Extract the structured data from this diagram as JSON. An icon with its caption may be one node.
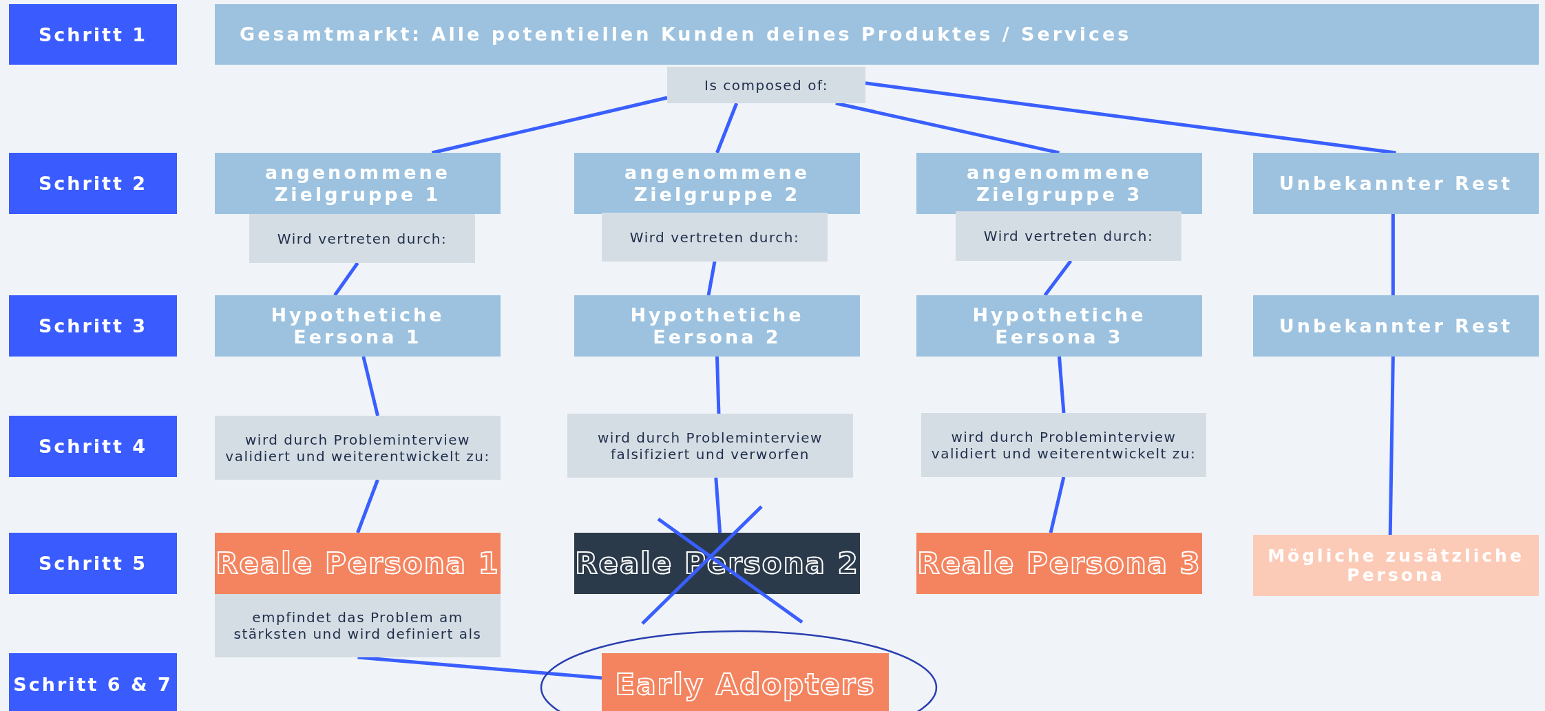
{
  "diagram": {
    "nodes": [
      {
        "text": [
          "Schritt 1"
        ]
      },
      {
        "text": [
          "Gesamtmarkt: Alle potentiellen Kunden deines Produktes / Services"
        ]
      },
      {
        "text": [
          "Is composed of:"
        ]
      },
      {
        "text": [
          "Schritt 2"
        ]
      },
      {
        "text": [
          "angenommene Zielgruppe 1"
        ]
      },
      {
        "text": [
          "angenommene Zielgruppe 2"
        ]
      },
      {
        "text": [
          "angenommene Zielgruppe 3"
        ]
      },
      {
        "text": [
          "Unbekannter Rest"
        ]
      },
      {
        "text": [
          "Wird vertreten durch:"
        ]
      },
      {
        "text": [
          "Wird vertreten durch:"
        ]
      },
      {
        "text": [
          "Wird vertreten durch:"
        ]
      },
      {
        "text": [
          "Schritt 3"
        ]
      },
      {
        "text": [
          "Hypothetiche Eersona 1"
        ]
      },
      {
        "text": [
          "Hypothetiche Eersona 2"
        ]
      },
      {
        "text": [
          "Hypothetiche Eersona 3"
        ]
      },
      {
        "text": [
          "Unbekannter Rest"
        ]
      },
      {
        "text": [
          "Schritt 4"
        ]
      },
      {
        "text": [
          "wird durch Probleminterview validiert und weiterentwickelt zu:"
        ]
      },
      {
        "text": [
          "wird durch Probleminterview falsifiziert und verworfen"
        ]
      },
      {
        "text": [
          "wird durch Probleminterview validiert und weiterentwickelt zu:"
        ]
      },
      {
        "text": [
          "Schritt 5"
        ]
      },
      {
        "text": [
          "Reale Persona 1"
        ]
      },
      {
        "text": [
          "Reale Persona 2"
        ]
      },
      {
        "text": [
          "Reale Persona 3"
        ]
      },
      {
        "text": [
          "Mögliche zusätzliche Persona"
        ]
      },
      {
        "text": [
          "empfindet das Problem am stärksten und wird definiert als"
        ]
      },
      {
        "text": [
          "Schritt 6 & 7"
        ]
      },
      {
        "text": [
          "Early Adopters"
        ]
      }
    ],
    "edges": [
      {
        "from": 2,
        "to": 4,
        "arrow": "none"
      },
      {
        "from": 2,
        "to": 5,
        "arrow": "none"
      },
      {
        "from": 2,
        "to": 6,
        "arrow": "none"
      },
      {
        "from": 2,
        "to": 7,
        "arrow": "none"
      },
      {
        "from": 8,
        "to": 12,
        "arrow": "none"
      },
      {
        "from": 9,
        "to": 13,
        "arrow": "none"
      },
      {
        "from": 10,
        "to": 14,
        "arrow": "none"
      },
      {
        "from": 7,
        "to": 15,
        "arrow": "none"
      },
      {
        "from": 12,
        "to": 17,
        "arrow": "none"
      },
      {
        "from": 13,
        "to": 18,
        "arrow": "none"
      },
      {
        "from": 14,
        "to": 19,
        "arrow": "none"
      },
      {
        "from": 15,
        "to": 24,
        "arrow": "none"
      },
      {
        "from": 17,
        "to": 21,
        "arrow": "none"
      },
      {
        "from": 18,
        "to": 22,
        "arrow": "none"
      },
      {
        "from": 19,
        "to": 23,
        "arrow": "none"
      },
      {
        "from": 25,
        "to": 27,
        "arrow": "none"
      }
    ]
  }
}
